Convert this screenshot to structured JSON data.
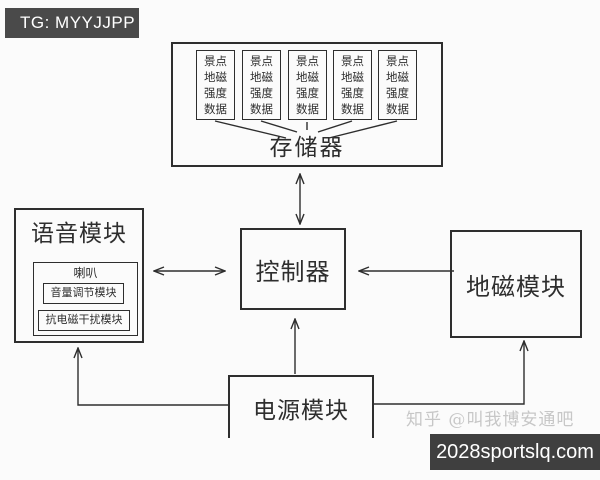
{
  "header": {
    "tag": "TG: MYYJJPP"
  },
  "diagram": {
    "storage": {
      "label": "存储器",
      "data_boxes": [
        "景点\n地磁\n强度\n数据",
        "景点\n地磁\n强度\n数据",
        "景点\n地磁\n强度\n数据",
        "景点\n地磁\n强度\n数据",
        "景点\n地磁\n强度\n数据"
      ]
    },
    "controller": {
      "label": "控制器"
    },
    "voice": {
      "label": "语音模块",
      "speaker": "喇叭",
      "volume": "音量调节模块",
      "anti_emi": "抗电磁干扰模块"
    },
    "geomagnetic": {
      "label": "地磁模块"
    },
    "power": {
      "label": "电源模块"
    }
  },
  "watermark": {
    "zhihu": "知乎 @叫我博安通吧",
    "site": "2028sportslq.com"
  },
  "colors": {
    "badge_bg": "#4a4a4a",
    "site_badge_bg": "#3f3f3f",
    "line": "#2e2e2e",
    "watermark_text": "#c7c7c7",
    "background": "#fbfbfb"
  }
}
